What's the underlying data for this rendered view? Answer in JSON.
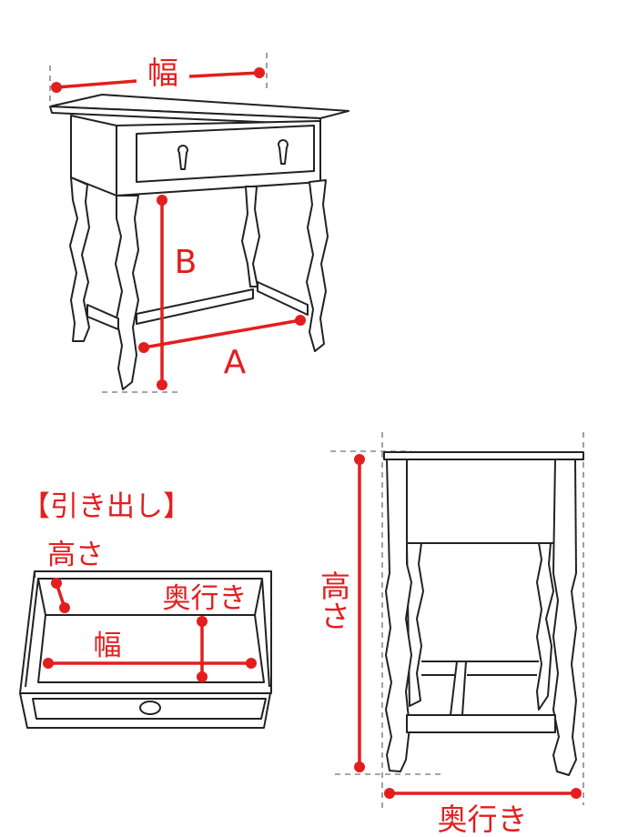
{
  "colors": {
    "accent": "#e31e1e",
    "line": "#222222",
    "guide": "#888888"
  },
  "table_front": {
    "width_label": "幅",
    "label_b": "B",
    "label_a": "A"
  },
  "drawer": {
    "title": "【引き出し】",
    "height_label": "高さ",
    "depth_label": "奥行き",
    "width_label": "幅"
  },
  "table_side": {
    "height_label": "高さ",
    "depth_label": "奥行き"
  }
}
